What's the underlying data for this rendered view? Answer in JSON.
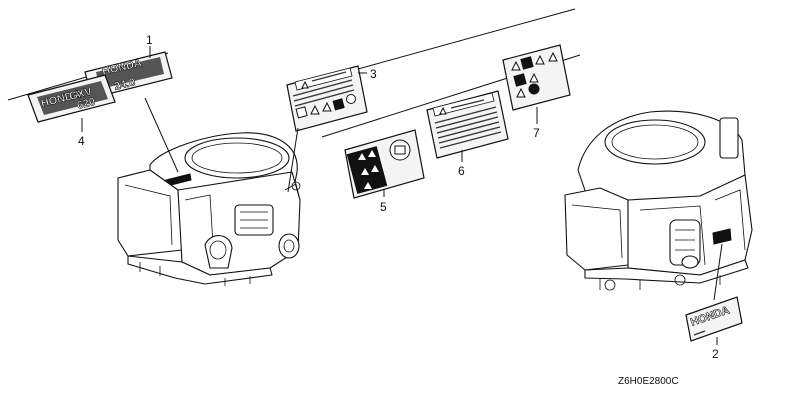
{
  "diagram": {
    "callouts": [
      {
        "id": "1",
        "label": "1"
      },
      {
        "id": "2",
        "label": "2"
      },
      {
        "id": "3",
        "label": "3"
      },
      {
        "id": "4",
        "label": "4"
      },
      {
        "id": "5",
        "label": "5"
      },
      {
        "id": "6",
        "label": "6"
      },
      {
        "id": "7",
        "label": "7"
      }
    ],
    "label_texts": {
      "brand": "HONDA",
      "model_1": "24.0",
      "model_4": "GXV",
      "model_4b": "620",
      "label_2_brand": "HONDA"
    },
    "reference_code": "Z6H0E2800C"
  }
}
